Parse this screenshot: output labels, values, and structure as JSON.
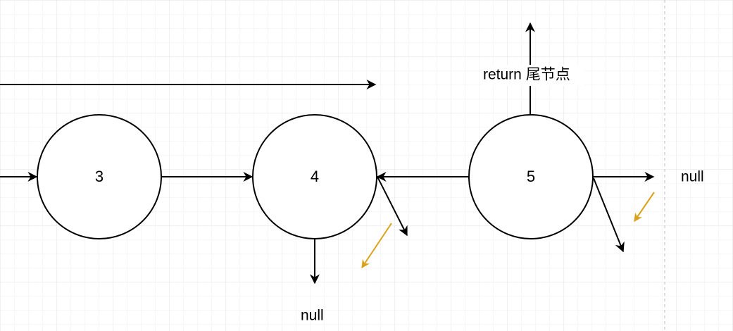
{
  "diagram": {
    "nodes": [
      {
        "id": "node-3",
        "label": "3"
      },
      {
        "id": "node-4",
        "label": "4"
      },
      {
        "id": "node-5",
        "label": "5"
      }
    ],
    "labels": {
      "null_right": "null",
      "null_bottom": "null",
      "return_tail": "return 尾节点"
    },
    "colors": {
      "background": "#ffffff",
      "grid": "#e8e8e8",
      "stroke": "#000000",
      "accent_arrow": "#d9a21b",
      "dashed_divider": "#c8c8c8"
    }
  }
}
